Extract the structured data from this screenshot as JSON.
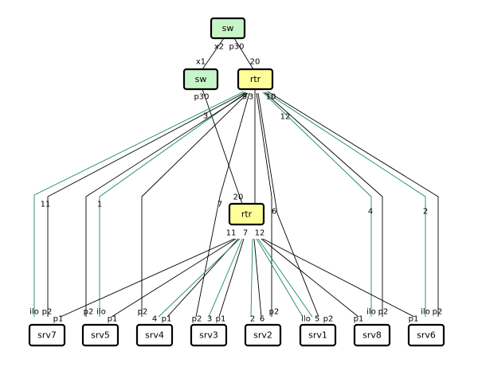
{
  "colors": {
    "switch_fill": "#c8f5c8",
    "router_fill": "#ffff99",
    "server_fill": "#ffffff",
    "link_primary": "#000000",
    "link_secondary": "#1a8a5a"
  },
  "nodes": {
    "sw_top": "sw",
    "sw_mid": "sw",
    "rtr_top": "rtr",
    "rtr_mid": "rtr",
    "srv7": "srv7",
    "srv5": "srv5",
    "srv4": "srv4",
    "srv3": "srv3",
    "srv2": "srv2",
    "srv1": "srv1",
    "srv8": "srv8",
    "srv6": "srv6"
  },
  "port_labels": {
    "sw_top_x2": "x2",
    "sw_top_p30": "p30",
    "sw_mid_x1": "x1",
    "sw_mid_p30": "p30",
    "rtr_top_20": "20",
    "rtr_top_9": "9",
    "rtr_top_3": "3",
    "rtr_top_10": "10",
    "link_3": "3",
    "link_12": "12",
    "link_11": "11",
    "link_1": "1",
    "link_7": "7",
    "link_20": "20",
    "link_6": "6",
    "link_4": "4",
    "link_2": "2",
    "rtr_mid_11": "11",
    "rtr_mid_7": "7",
    "rtr_mid_12": "12",
    "srv7_ilo": "ilo",
    "srv7_p2": "p2",
    "srv7_p1": "p1",
    "srv5_p2": "p2",
    "srv5_ilo": "ilo",
    "srv5_p1": "p1",
    "srv4_p2": "p2",
    "srv4_4": "4",
    "srv4_p1": "p1",
    "srv3_p2": "p2",
    "srv3_3": "3",
    "srv3_p1": "p1",
    "srv2_2": "2",
    "srv2_6": "6",
    "srv2_p2": "p2",
    "srv1_ilo": "ilo",
    "srv1_5": "5",
    "srv1_p2": "p2",
    "srv8_p1": "p1",
    "srv8_ilo": "ilo",
    "srv8_p2": "p2",
    "srv6_p1": "p1",
    "srv6_ilo": "ilo",
    "srv6_p2": "p2"
  }
}
